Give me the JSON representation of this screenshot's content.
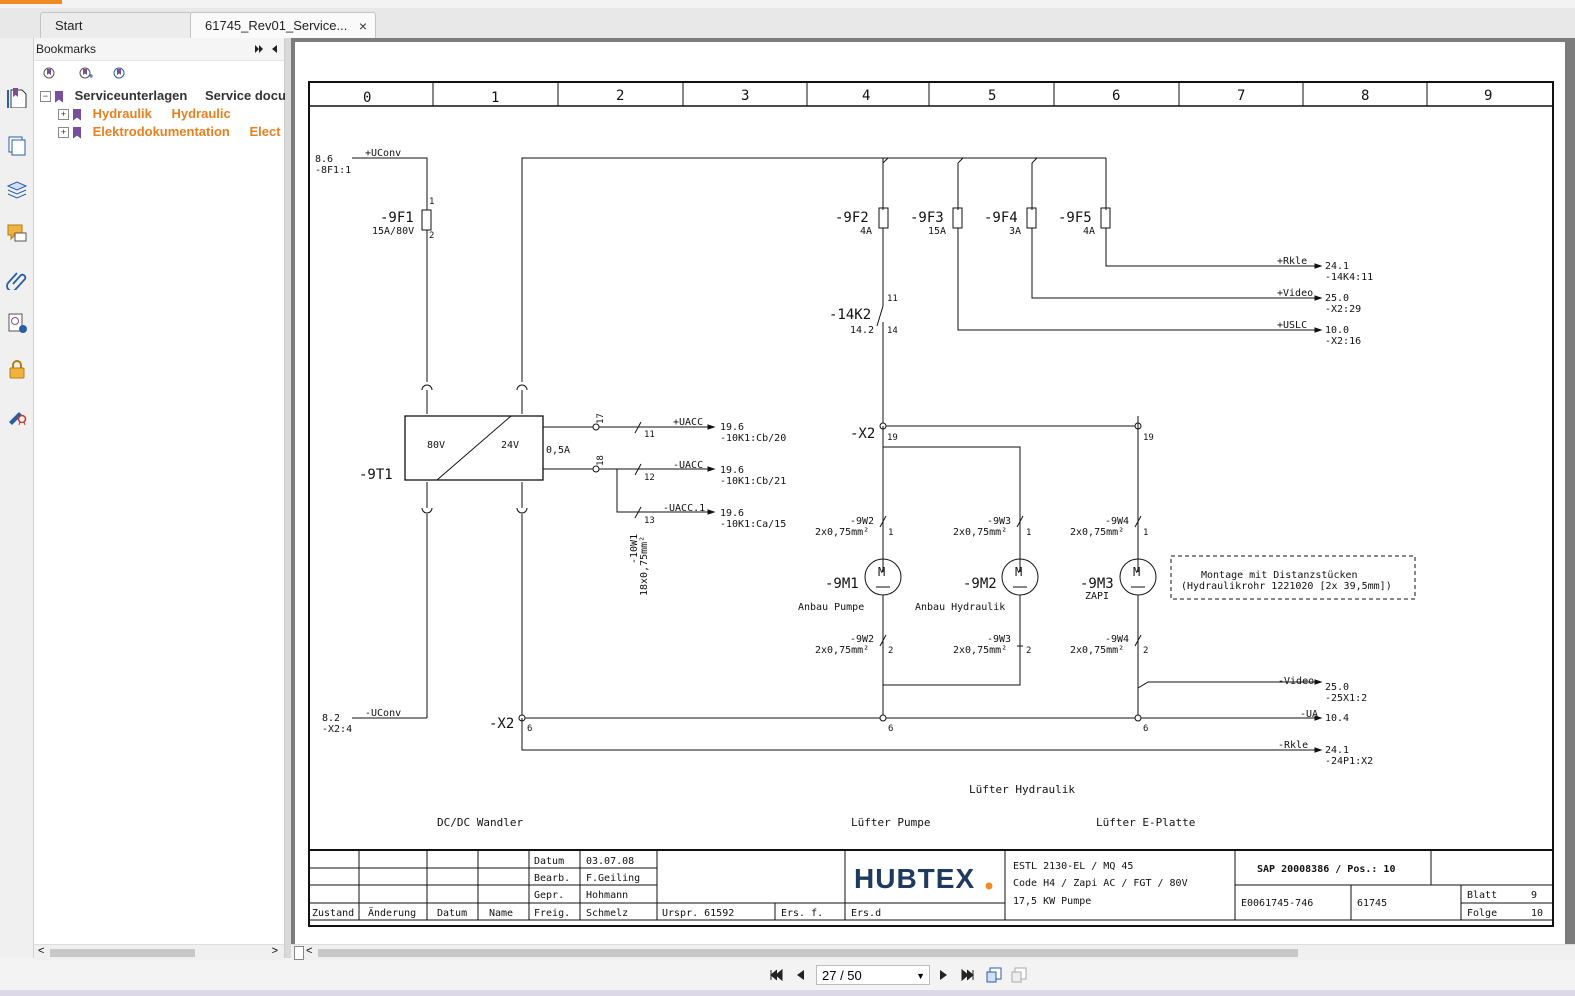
{
  "tabs": [
    {
      "label": "Start"
    },
    {
      "label": "61745_Rev01_Service..."
    }
  ],
  "tab_close_glyph": "×",
  "panel": {
    "title": "Bookmarks",
    "tree": [
      {
        "label": "Serviceunterlagen",
        "extra": "Service docu"
      },
      {
        "label": "Hydraulik",
        "extra": "Hydraulic"
      },
      {
        "label": "Elektrodokumentation",
        "extra": "Elect"
      }
    ]
  },
  "nav": {
    "page_value": "27 / 50"
  },
  "colors": {
    "accent": "#f08a24",
    "bookmark_text": "#e8801f",
    "bookmark_icon": "#7a4f9a",
    "hubtex_blue": "#1e3a5f",
    "hubtex_orange": "#f08a24"
  },
  "icons": [
    "bookmark-page-icon",
    "pages-icon",
    "layers-icon",
    "comments-icon",
    "attachment-icon",
    "signature-icon",
    "lock-icon",
    "certificate-icon",
    "first-page-icon",
    "prev-page-icon",
    "next-page-icon",
    "last-page-icon",
    "fit-page-icon",
    "fit-width-icon"
  ],
  "drawing": {
    "columns": [
      "0",
      "1",
      "2",
      "3",
      "4",
      "5",
      "6",
      "7",
      "8",
      "9"
    ],
    "labels": {
      "uconv_top_ref": "8.6",
      "uconv_top_ref2": "-8F1:1",
      "uconv_top": "+UConv",
      "f1": "-9F1",
      "f1_rating": "15A/80V",
      "f2": "-9F2",
      "f2_rating": "4A",
      "f3": "-9F3",
      "f3_rating": "15A",
      "f4": "-9F4",
      "f4_rating": "3A",
      "f5": "-9F5",
      "f5_rating": "4A",
      "rkle_top": "+Rkle",
      "rkle_top_ref": "24.1",
      "rkle_top_ref2": "-14K4:11",
      "video_top": "+Video",
      "video_top_ref": "25.0",
      "video_top_ref2": "-X2:29",
      "uslc": "+USLC",
      "uslc_ref": "10.0",
      "uslc_ref2": "-X2:16",
      "k2": "-14K2",
      "k2_ref": "14.2",
      "k2_n11": "11",
      "k2_n14": "14",
      "t1": "-9T1",
      "t1_in": "80V",
      "t1_out": "24V",
      "t1_current": "0,5A",
      "n17": "17",
      "n18": "18",
      "n11": "11",
      "n12": "12",
      "n13": "13",
      "uacc_p": "+UACC",
      "uacc_p_ref": "19.6",
      "uacc_p_ref2": "-10K1:Cb/20",
      "uacc_m": "-UACC",
      "uacc_m_ref": "19.6",
      "uacc_m_ref2": "-10K1:Cb/21",
      "uacc1": "-UACC.1",
      "uacc1_ref": "19.6",
      "uacc1_ref2": "-10K1:Ca/15",
      "w1": "-10W1",
      "w1_spec": "18x0,75mm²",
      "x2": "-X2",
      "x2_19": "19",
      "x2_19b": "19",
      "w2": "-9W2",
      "w3": "-9W3",
      "w4": "-9W4",
      "wspec": "2x0,75mm²",
      "n1": "1",
      "n2": "2",
      "n6": "6",
      "m": "M",
      "m1": "-9M1",
      "m1_desc": "Anbau Pumpe",
      "m2": "-9M2",
      "m2_desc": "Anbau Hydraulik",
      "m3": "-9M3",
      "m3_desc": "ZAPI",
      "note1": "Montage mit Distanzstücken",
      "note2": "(Hydraulikrohr 1221020 [2x 39,5mm])",
      "uconv_bot_ref": "8.2",
      "uconv_bot_ref2": "-X2:4",
      "uconv_bot": "-UConv",
      "video_bot": "-Video",
      "video_bot_ref": "25.0",
      "video_bot_ref2": "-25X1:2",
      "ua": "-UA",
      "ua_ref": "10.4",
      "rkle_bot": "-Rkle",
      "rkle_bot_ref": "24.1",
      "rkle_bot_ref2": "-24P1:X2",
      "sec_hydraulik": "Lüfter Hydraulik",
      "sec_dcdc": "DC/DC Wandler",
      "sec_pumpe": "Lüfter Pumpe",
      "sec_eplatte": "Lüfter E-Platte"
    },
    "title_block": {
      "datum_label": "Datum",
      "datum": "03.07.08",
      "bearb_label": "Bearb.",
      "bearb": "F.Geiling",
      "gepr_label": "Gepr.",
      "gepr": "Hohmann",
      "freig_label": "Freig.",
      "freig": "Schmelz",
      "zustand": "Zustand",
      "aenderung": "Änderung",
      "datum2": "Datum",
      "name": "Name",
      "urspr": "Urspr. 61592",
      "ers_f": "Ers. f.",
      "ers_d": "Ers.d",
      "logo": "HUBTEX",
      "desc1": "ESTL 2130-EL / MQ 45",
      "desc2": "Code H4 / Zapi AC / FGT / 80V",
      "desc3": "17,5 KW Pumpe",
      "sap": "SAP 20008386 / Pos.: 10",
      "docno": "E0061745-746",
      "order": "61745",
      "blatt_label": "Blatt",
      "blatt": "9",
      "folge_label": "Folge",
      "folge": "10"
    }
  }
}
